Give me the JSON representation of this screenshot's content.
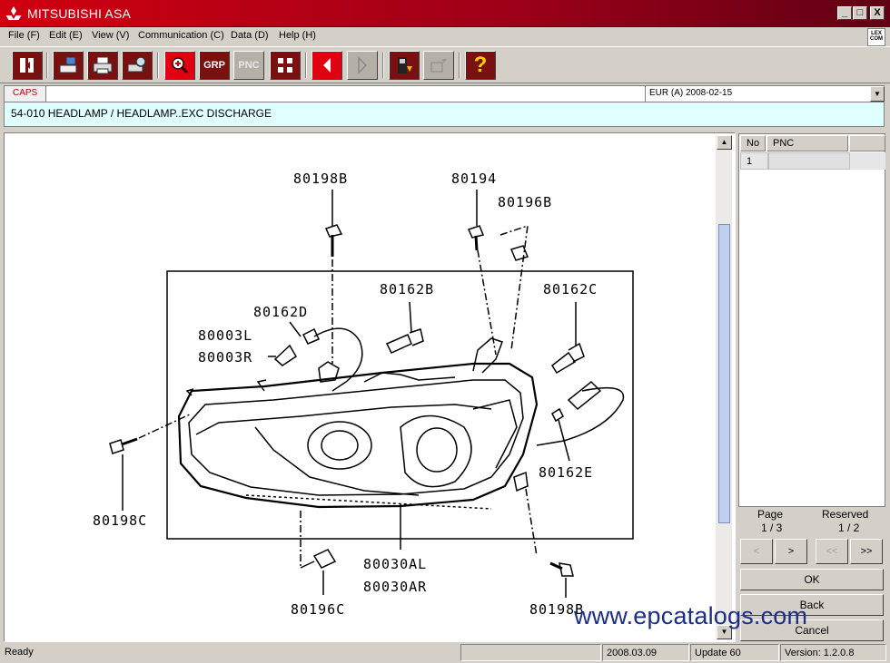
{
  "window": {
    "title": "MITSUBISHI ASA",
    "min": "_",
    "max": "□",
    "close": "X"
  },
  "menu": [
    "File (F)",
    "Edit (E)",
    "View (V)",
    "Communication (C)",
    "Data (D)",
    "Help (H)"
  ],
  "lexcom_logo": "LEX COM",
  "toolbar": {
    "grp": "GRP",
    "pnc": "PNC",
    "help": "?"
  },
  "caps": {
    "tab": "CAPS",
    "currency": "EUR (A)   2008-02-15"
  },
  "section": {
    "title": "54-010  HEADLAMP / HEADLAMP..EXC DISCHARGE"
  },
  "diagram": {
    "labels": [
      "80198B",
      "80194",
      "80196B",
      "80162B",
      "80162C",
      "80162D",
      "80003L",
      "80003R",
      "80162E",
      "80198C",
      "80030AL",
      "80030AR",
      "80196C",
      "80198B"
    ]
  },
  "pnc_table": {
    "headers": [
      "No",
      "PNC"
    ],
    "rows": [
      {
        "no": "1",
        "pnc": ""
      }
    ]
  },
  "paging": {
    "page_label": "Page",
    "page_value": "1 / 3",
    "reserved_label": "Reserved",
    "reserved_value": "1 / 2",
    "prev": "<",
    "next": ">",
    "first": "<<",
    "last": ">>"
  },
  "buttons": {
    "ok": "OK",
    "back": "Back",
    "cancel": "Cancel"
  },
  "status": {
    "ready": "Ready",
    "date": "2008.03.09",
    "update": "Update 60",
    "version": "Version: 1.2.0.8"
  },
  "watermark": "www.epcatalogs.com",
  "colors": {
    "titlebar": "#c00014",
    "section_bg": "#e0ffff",
    "accent_red": "#e00010"
  }
}
